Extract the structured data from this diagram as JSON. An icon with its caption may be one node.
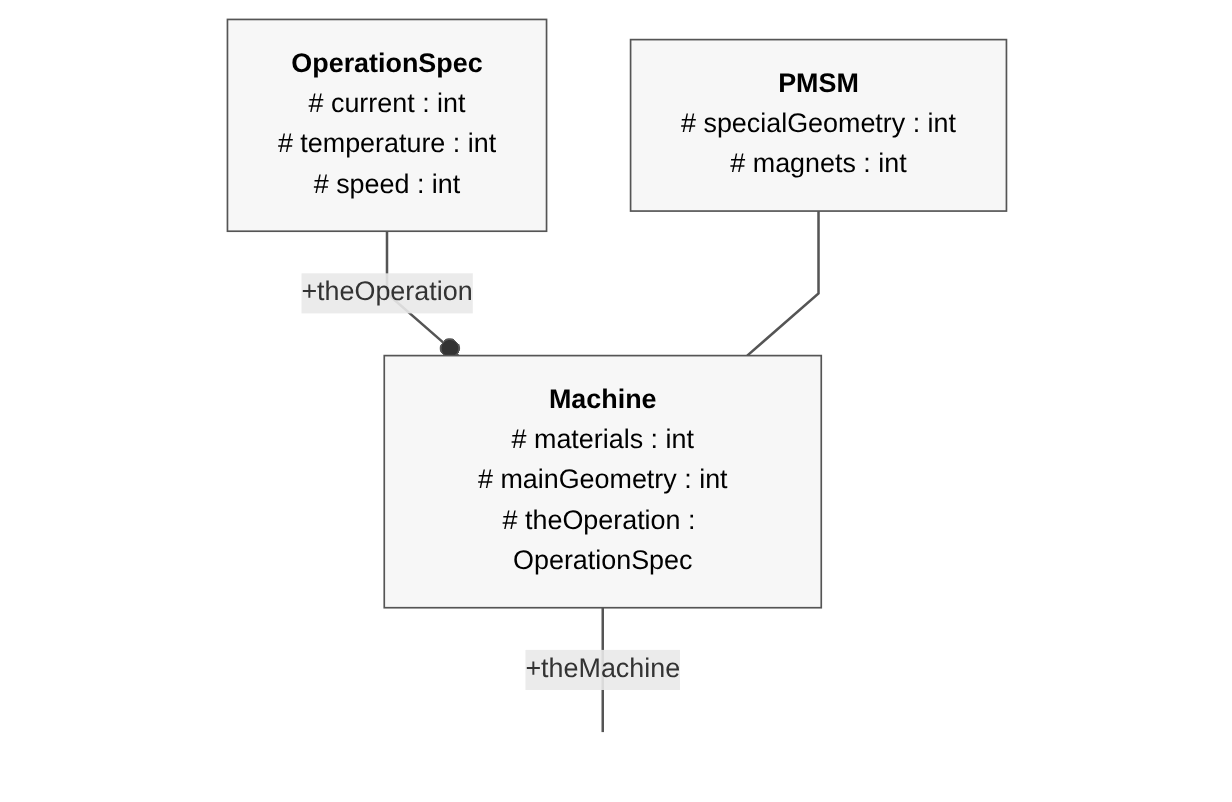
{
  "diagram": {
    "nodes": [
      {
        "text": [
          "OperationSpec",
          "# current : int",
          "# temperature : int",
          "# speed : int"
        ]
      },
      {
        "text": [
          "PMSM",
          "# specialGeometry : int",
          "# magnets : int"
        ]
      },
      {
        "text": [
          "Machine",
          "# materials : int",
          "# mainGeometry : int",
          "# theOperation : OperationSpec"
        ]
      }
    ],
    "edges": [
      {
        "from": 0,
        "to": 2,
        "arrow": "other",
        "label": "+theOperation"
      },
      {
        "from": 1,
        "to": 2,
        "arrow": "none"
      },
      {
        "from": 2,
        "to": null,
        "arrow": "none",
        "label": "+theMachine"
      }
    ]
  }
}
